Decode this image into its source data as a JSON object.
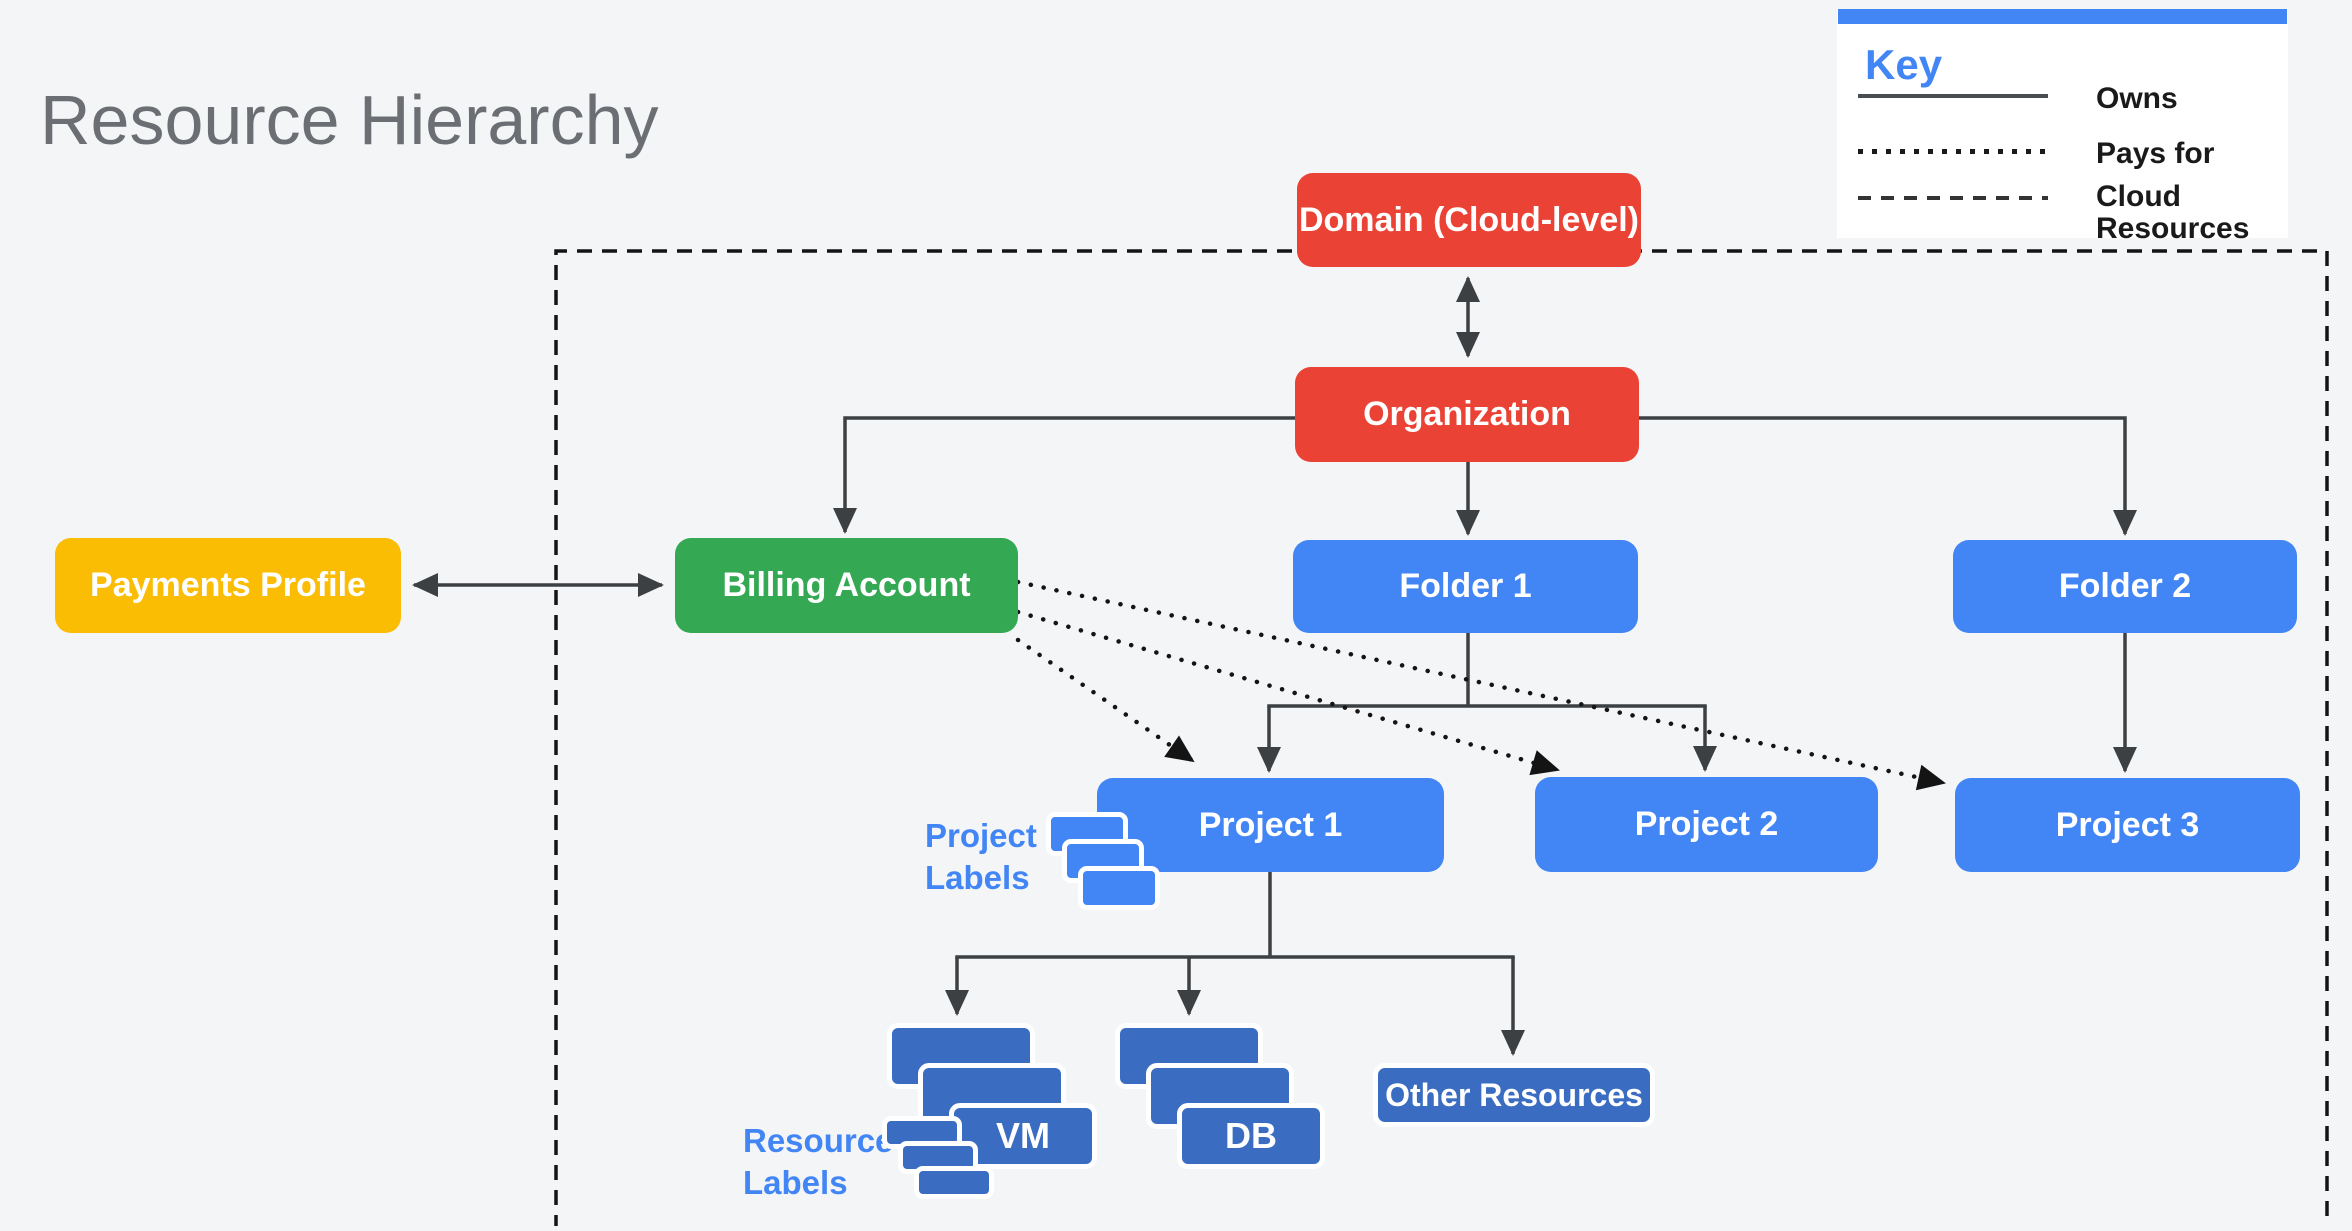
{
  "title": "Resource Hierarchy",
  "legend": {
    "title": "Key",
    "items": [
      {
        "id": "owns",
        "line_style": "solid",
        "label": "Owns"
      },
      {
        "id": "pays-for",
        "line_style": "dotted",
        "label": "Pays for"
      },
      {
        "id": "cloud-resources",
        "line_style": "dashed",
        "label": "Cloud Resources"
      }
    ]
  },
  "nodes": {
    "payments_profile": {
      "label": "Payments Profile",
      "color": "#FBBC04"
    },
    "domain": {
      "label": "Domain (Cloud-level)",
      "color": "#EA4335"
    },
    "organization": {
      "label": "Organization",
      "color": "#EA4335"
    },
    "billing_account": {
      "label": "Billing Account",
      "color": "#34A853"
    },
    "folder1": {
      "label": "Folder 1",
      "color": "#4285F4"
    },
    "folder2": {
      "label": "Folder 2",
      "color": "#4285F4"
    },
    "project1": {
      "label": "Project 1",
      "color": "#4285F4"
    },
    "project2": {
      "label": "Project 2",
      "color": "#4285F4"
    },
    "project3": {
      "label": "Project 3",
      "color": "#4285F4"
    },
    "vm": {
      "label": "VM",
      "color": "#3A6DC2"
    },
    "db": {
      "label": "DB",
      "color": "#3A6DC2"
    },
    "other_resources": {
      "label": "Other Resources",
      "color": "#3A6DC2"
    }
  },
  "annotations": {
    "project_labels": "Project Labels",
    "resource_labels": "Resource Labels"
  },
  "colors": {
    "background": "#F4F5F7",
    "red": "#EA4335",
    "green": "#34A853",
    "yellow": "#FBBC04",
    "blue": "#4285F4",
    "dark_blue": "#3A6DC2",
    "line": "#3C4043",
    "accent": "#4285F4",
    "title_gray": "#6B6E73"
  }
}
